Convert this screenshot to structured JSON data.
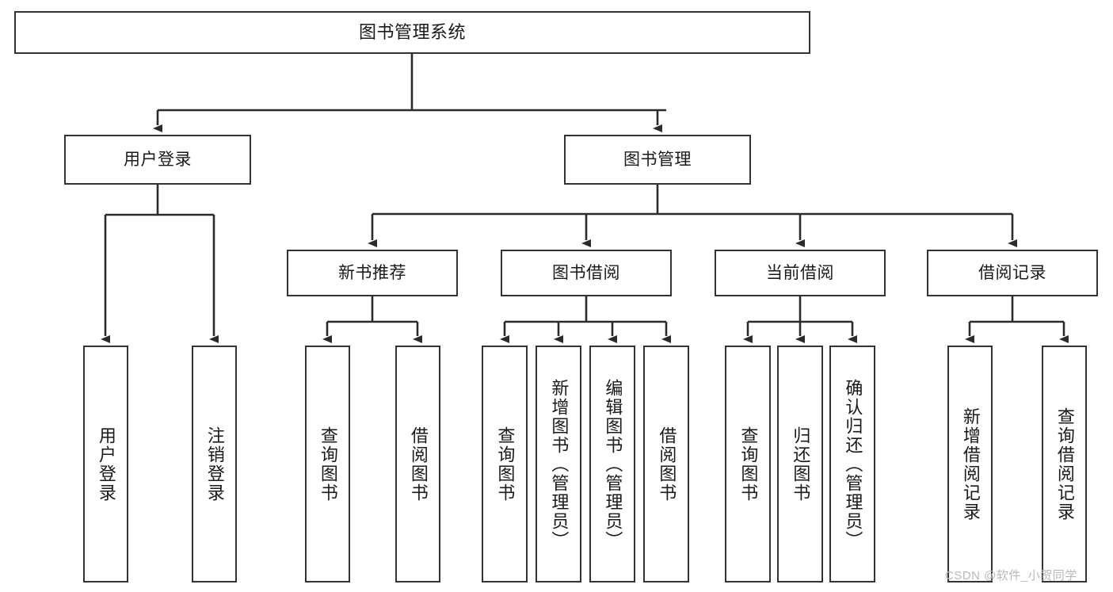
{
  "diagram": {
    "type": "tree",
    "title": "图书管理系统",
    "root": {
      "label": "图书管理系统"
    },
    "level2": [
      {
        "label": "用户登录"
      },
      {
        "label": "图书管理"
      }
    ],
    "level3": [
      {
        "label": "新书推荐"
      },
      {
        "label": "图书借阅"
      },
      {
        "label": "当前借阅"
      },
      {
        "label": "借阅记录"
      }
    ],
    "leaves": {
      "user_login": [
        {
          "label": "用户登录"
        },
        {
          "label": "注销登录"
        }
      ],
      "new_book_recommend": [
        {
          "label": "查询图书"
        },
        {
          "label": "借阅图书"
        }
      ],
      "book_borrow": [
        {
          "label": "查询图书"
        },
        {
          "label": "新增图书（管理员）"
        },
        {
          "label": "编辑图书（管理员）"
        },
        {
          "label": "借阅图书"
        }
      ],
      "current_borrow": [
        {
          "label": "查询图书"
        },
        {
          "label": "归还图书"
        },
        {
          "label": "确认归还（管理员）"
        }
      ],
      "borrow_record": [
        {
          "label": "新增借阅记录"
        },
        {
          "label": "查询借阅记录"
        }
      ]
    }
  },
  "watermark": {
    "text": "CSDN @软件_小贺同学"
  },
  "colors": {
    "box_border": "#333333",
    "box_fill": "#ffffff",
    "line": "#2b2b2b",
    "text": "#1a1a1a",
    "watermark": "#b9b9b9",
    "background": "#ffffff"
  }
}
